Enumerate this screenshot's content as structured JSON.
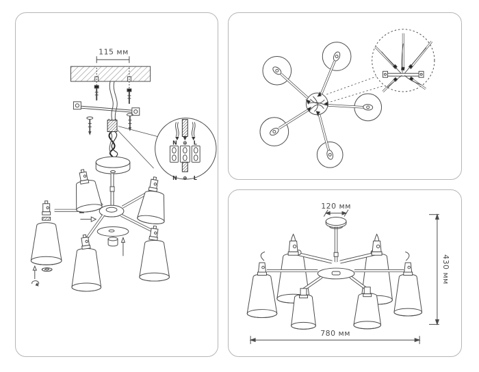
{
  "colors": {
    "line": "#4a4a4a",
    "dark": "#222222",
    "panel_border": "#b5b5b5",
    "background": "#ffffff"
  },
  "installation": {
    "dim_mount_holes": "115 мм",
    "terminal_top": {
      "n": "N",
      "pe": "⊕",
      "l": "L"
    },
    "terminal_bottom": {
      "n": "N",
      "pe": "⊕",
      "l": "L"
    }
  },
  "dimensions_view": {
    "dim_canopy": "120 мм",
    "dim_height": "430 мм",
    "dim_width": "780 мм"
  }
}
